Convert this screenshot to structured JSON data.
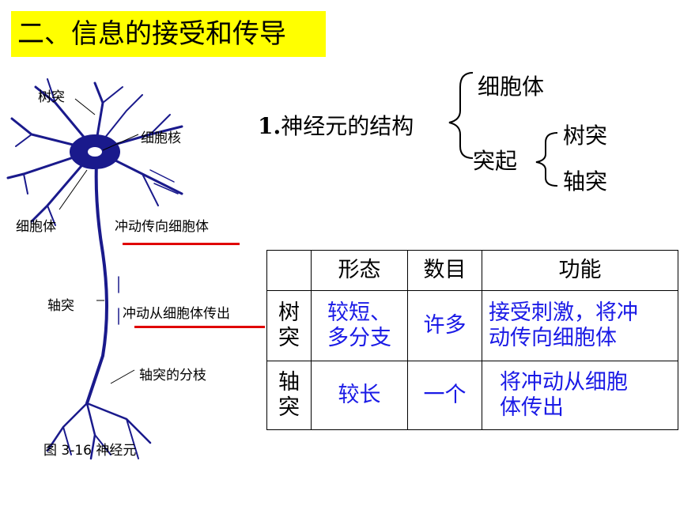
{
  "title": "二、信息的接受和传导",
  "figure": {
    "labels": {
      "dendrite": "树突",
      "nucleus": "细胞核",
      "cell_body": "细胞体",
      "impulse_to_body": "冲动传向细胞体",
      "axon": "轴突",
      "impulse_from_body": "冲动从细胞体传出",
      "axon_branch": "轴突的分枝"
    },
    "caption": "图 3-16  神经元"
  },
  "structure": {
    "heading_num": "1.",
    "heading_text": "神经元的结构",
    "cell_body": "细胞体",
    "process": "突起",
    "dendrite": "树突",
    "axon": "轴突"
  },
  "table": {
    "headers": [
      "",
      "形态",
      "数目",
      "功能"
    ],
    "rows": [
      {
        "name": "树\n突",
        "shape": "较短、\n多分支",
        "count": "许多",
        "function": "接受刺激，将冲\n动传向细胞体"
      },
      {
        "name": "轴\n突",
        "shape": "较长",
        "count": "一个",
        "function": "将冲动从细胞\n体传出"
      }
    ]
  },
  "colors": {
    "title_bg": "#ffff00",
    "answer_text": "#1a1ae6",
    "underline": "#e00000",
    "neuron": "#1a1a8c"
  }
}
